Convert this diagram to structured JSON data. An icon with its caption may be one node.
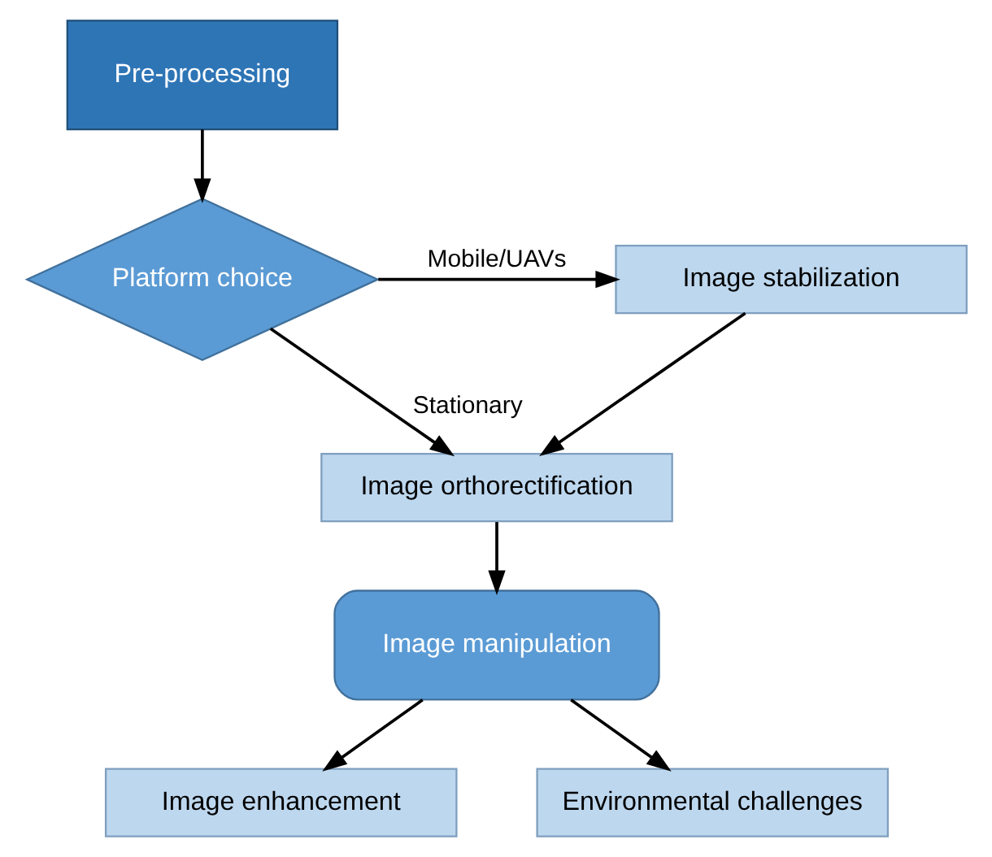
{
  "diagram": {
    "nodes": [
      {
        "text": [
          "Pre-processing"
        ]
      },
      {
        "text": [
          "Platform choice"
        ]
      },
      {
        "text": [
          "Image stabilization"
        ]
      },
      {
        "text": [
          "Image orthorectification"
        ]
      },
      {
        "text": [
          "Image manipulation"
        ]
      },
      {
        "text": [
          "Image enhancement"
        ]
      },
      {
        "text": [
          "Environmental challenges"
        ]
      }
    ],
    "edges": [
      {
        "from": 0,
        "to": 1,
        "arrow": "to"
      },
      {
        "from": 1,
        "to": 2,
        "arrow": "to",
        "label": "Mobile/UAVs"
      },
      {
        "from": 1,
        "to": 3,
        "arrow": "to",
        "label": "Stationary"
      },
      {
        "from": 2,
        "to": 3,
        "arrow": "to"
      },
      {
        "from": 3,
        "to": 4,
        "arrow": "to"
      },
      {
        "from": 4,
        "to": 5,
        "arrow": "to"
      },
      {
        "from": 4,
        "to": 6,
        "arrow": "to"
      }
    ]
  }
}
